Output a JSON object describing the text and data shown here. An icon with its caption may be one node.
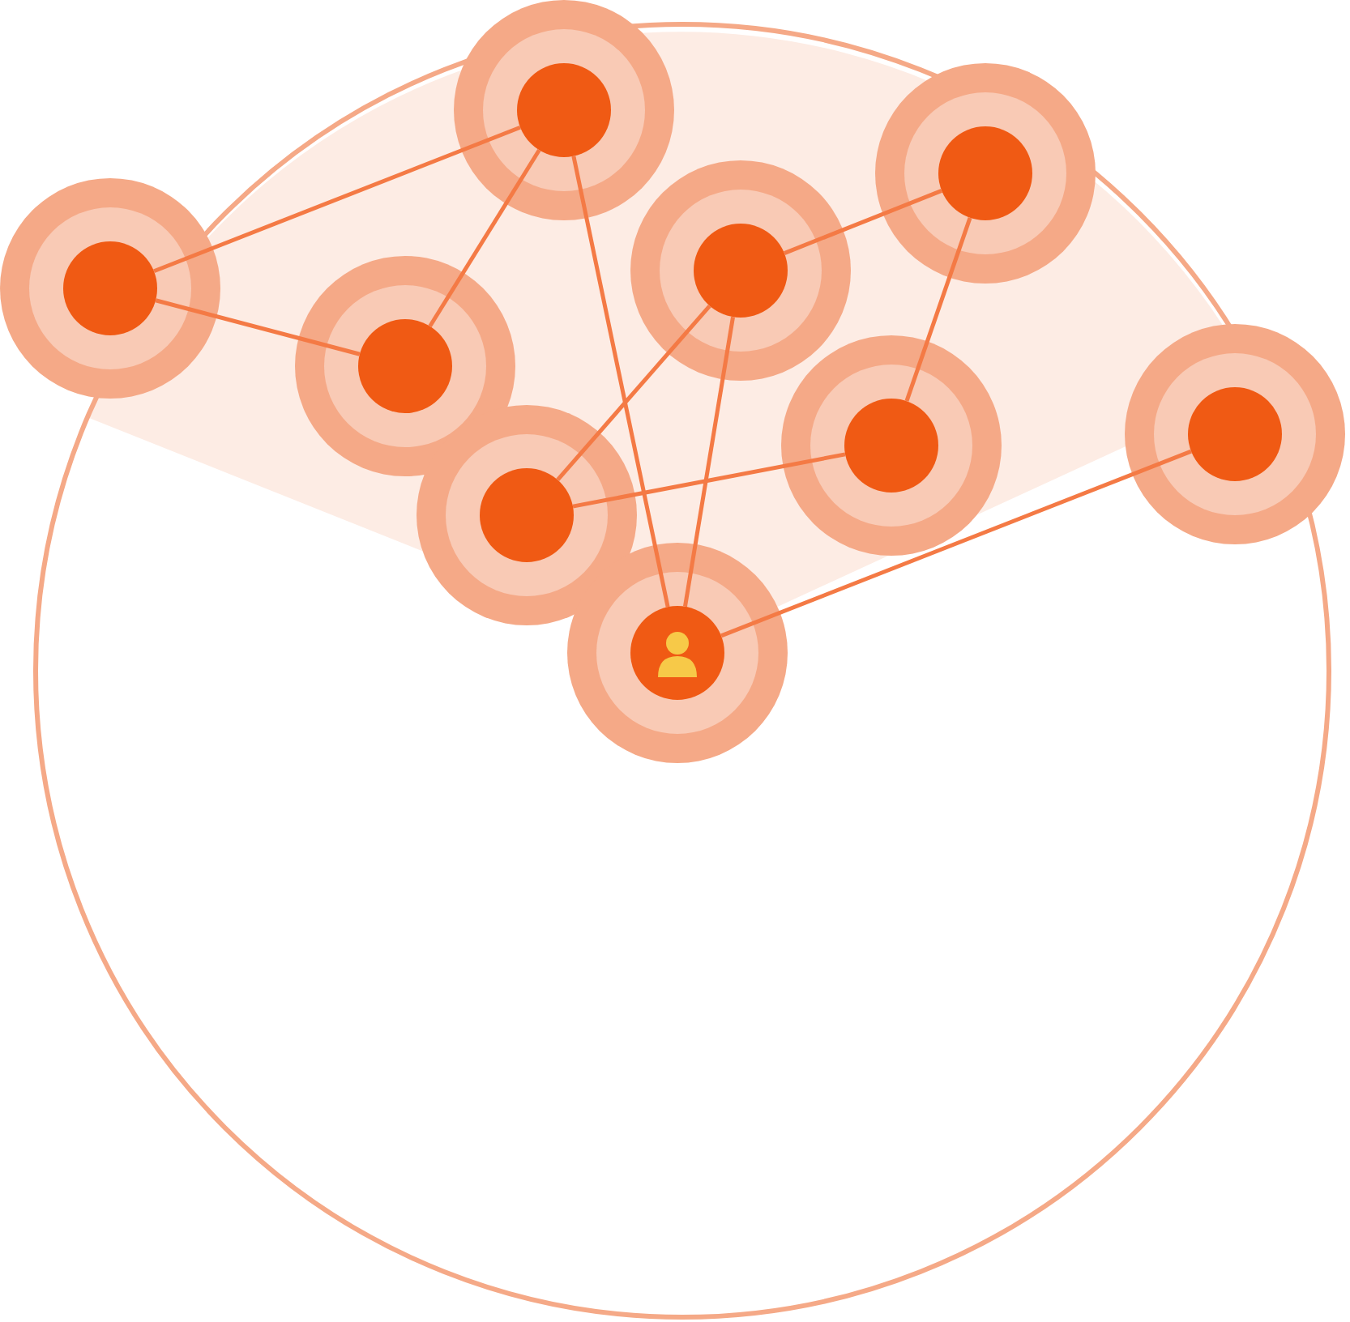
{
  "diagram": {
    "nodes": [
      {
        "text": [],
        "shape": "circle"
      },
      {
        "text": [],
        "shape": "circle"
      },
      {
        "text": [],
        "shape": "circle"
      },
      {
        "text": [],
        "shape": "circle"
      },
      {
        "text": [],
        "shape": "circle"
      },
      {
        "text": [],
        "shape": "circle"
      },
      {
        "text": [],
        "shape": "circle"
      },
      {
        "text": [],
        "shape": "circle"
      },
      {
        "text": [],
        "shape": "person"
      }
    ],
    "edges": [
      {
        "from": 2,
        "to": 0,
        "arrow": "none"
      },
      {
        "from": 2,
        "to": 4,
        "arrow": "none"
      },
      {
        "from": 0,
        "to": 4,
        "arrow": "none"
      },
      {
        "from": 0,
        "to": 8,
        "arrow": "none"
      },
      {
        "from": 1,
        "to": 3,
        "arrow": "none"
      },
      {
        "from": 3,
        "to": 7,
        "arrow": "none"
      },
      {
        "from": 3,
        "to": 8,
        "arrow": "none"
      },
      {
        "from": 1,
        "to": 6,
        "arrow": "none"
      },
      {
        "from": 7,
        "to": 6,
        "arrow": "none"
      },
      {
        "from": 8,
        "to": 5,
        "arrow": "none"
      }
    ]
  }
}
